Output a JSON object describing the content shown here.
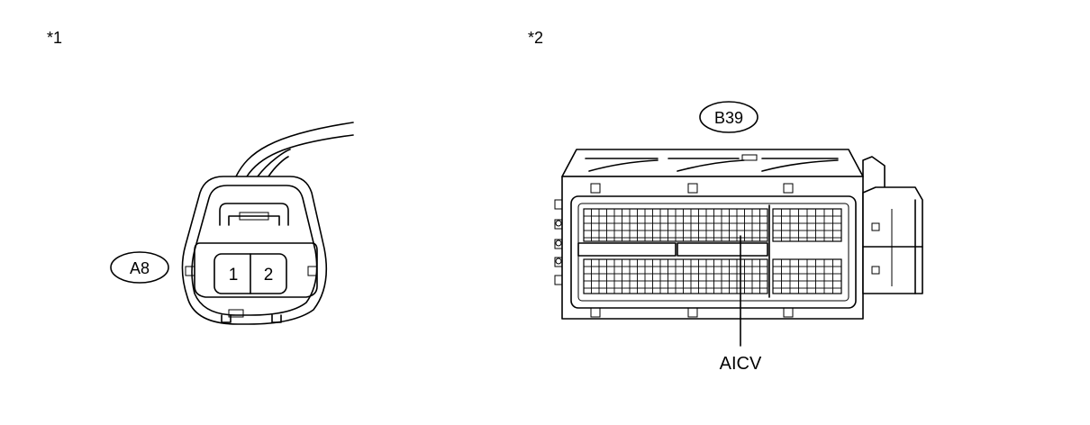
{
  "labels": {
    "view1_marker": "*1",
    "view2_marker": "*2",
    "connector_a": "A8",
    "connector_b": "B39",
    "terminal_1": "1",
    "terminal_2": "2",
    "terminal_callout": "AICV"
  }
}
